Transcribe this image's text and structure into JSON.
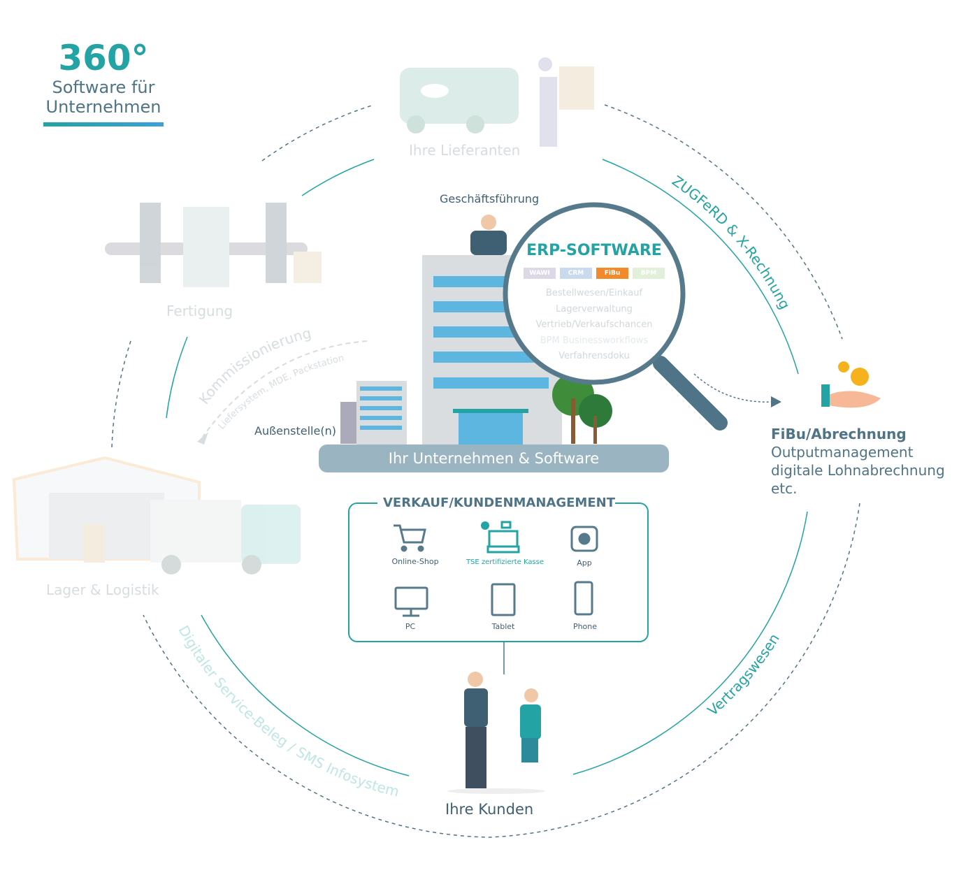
{
  "logo": {
    "big": "360°",
    "line1": "Software für",
    "line2": "Unternehmen"
  },
  "nodes": {
    "lieferanten": "Ihre Lieferanten",
    "fertigung": "Fertigung",
    "lager": "Lager & Logistik",
    "kunden": "Ihre Kunden",
    "fibu_title": "FiBu/Abrechnung",
    "fibu_lines": [
      "Outputmanagement",
      "digitale Lohnabrechnung",
      "etc."
    ],
    "geschaeftsfuehrung": "Geschäftsführung",
    "aussenstelle": "Außenstelle(n)",
    "unternehmen": "Ihr Unternehmen & Software"
  },
  "arcs": {
    "zugferd": "ZUGFeRD & X-Rechnung",
    "vertrag": "Vertragswesen",
    "service": "Digitaler Service-Beleg / SMS Infosystem",
    "kommission": "Kommissionierung",
    "kommission_sub": "Liefersystem, MDE, Packstation"
  },
  "erp": {
    "title": "ERP-SOFTWARE",
    "tags": [
      {
        "label": "WAWI",
        "color": "#dcd8e6"
      },
      {
        "label": "CRM",
        "color": "#c9d9ee"
      },
      {
        "label": "FiBu",
        "color": "#f28a2c"
      },
      {
        "label": "BPM",
        "color": "#e2f0da"
      }
    ],
    "items": [
      "Bestellwesen/Einkauf",
      "Lagerverwaltung",
      "Vertrieb/Verkaufschancen",
      "BPM Businessworkflows",
      "Verfahrensdoku"
    ]
  },
  "verkauf": {
    "title": "VERKAUF/KUNDENMANAGEMENT",
    "items": [
      "Online-Shop",
      "TSE zertifizierte Kasse",
      "App",
      "PC",
      "Tablet",
      "Phone"
    ]
  },
  "colors": {
    "teal": "#23a3a3",
    "slate": "#4f7487",
    "orange": "#f28a2c"
  }
}
